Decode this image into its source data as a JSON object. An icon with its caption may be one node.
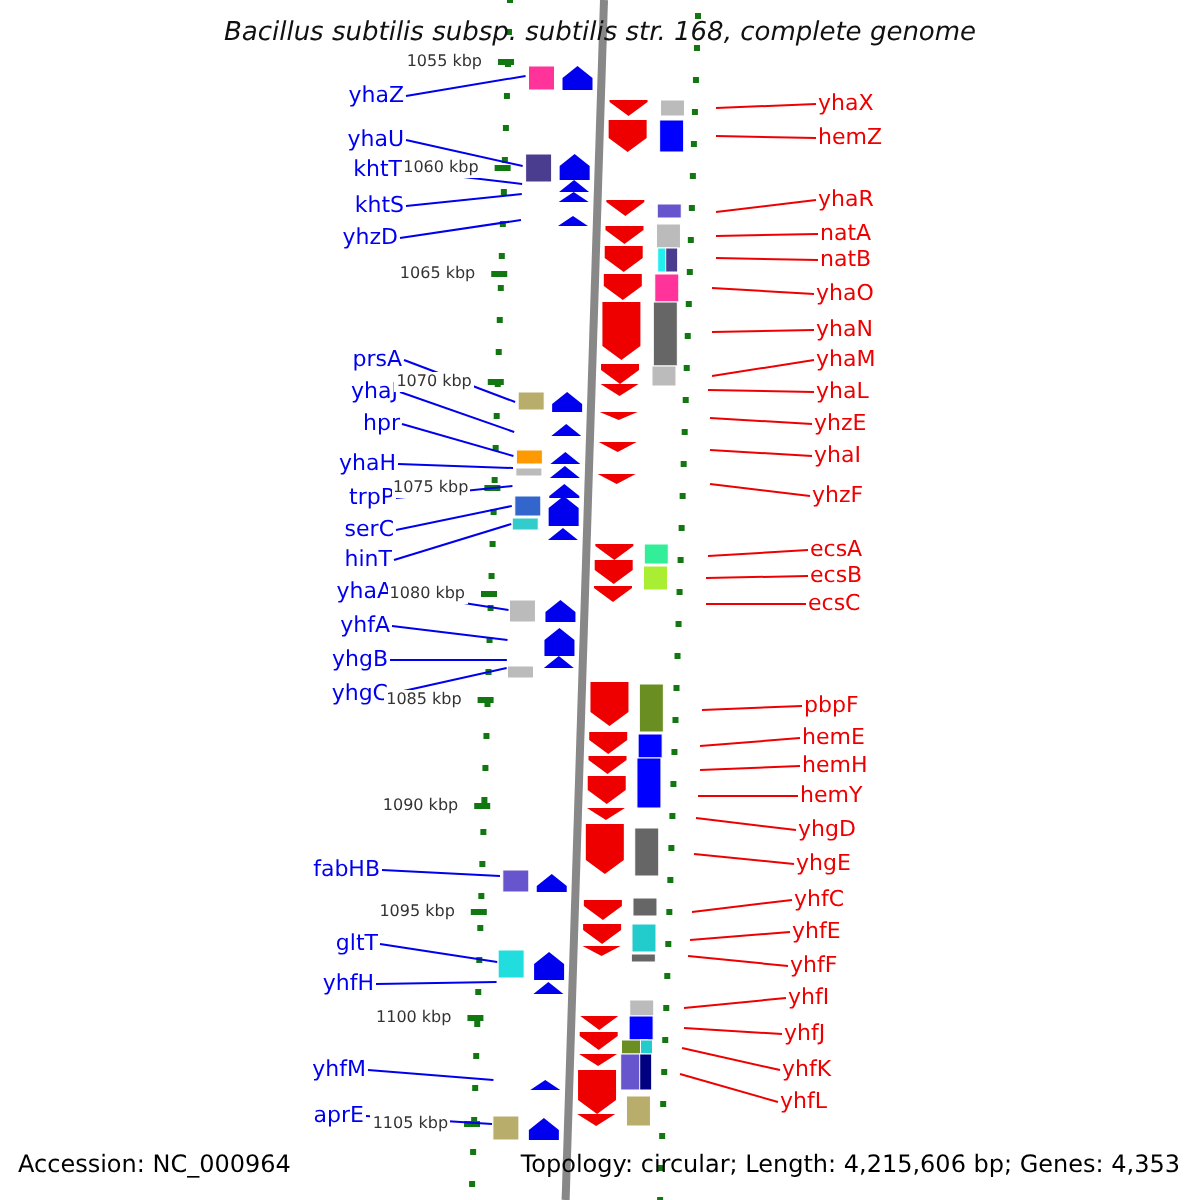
{
  "diagram": {
    "title": "Bacillus subtilis subsp. subtilis str. 168, complete genome",
    "nodes": [
      {
        "text": [
          "yhaZ"
        ]
      },
      {
        "text": [
          "yhaU"
        ]
      },
      {
        "text": [
          "khtT"
        ]
      },
      {
        "text": [
          "khtS"
        ]
      },
      {
        "text": [
          "yhzD"
        ]
      },
      {
        "text": [
          "prsA"
        ]
      },
      {
        "text": [
          "yhaJ"
        ]
      },
      {
        "text": [
          "hpr"
        ]
      },
      {
        "text": [
          "yhaH"
        ]
      },
      {
        "text": [
          "trpP"
        ]
      },
      {
        "text": [
          "serC"
        ]
      },
      {
        "text": [
          "hinT"
        ]
      },
      {
        "text": [
          "yhaA"
        ]
      },
      {
        "text": [
          "yhfA"
        ]
      },
      {
        "text": [
          "yhgB"
        ]
      },
      {
        "text": [
          "yhgC"
        ]
      },
      {
        "text": [
          "fabHB"
        ]
      },
      {
        "text": [
          "gltT"
        ]
      },
      {
        "text": [
          "yhfH"
        ]
      },
      {
        "text": [
          "yhfM"
        ]
      },
      {
        "text": [
          "aprE"
        ]
      },
      {
        "text": [
          "yhaX"
        ]
      },
      {
        "text": [
          "hemZ"
        ]
      },
      {
        "text": [
          "yhaR"
        ]
      },
      {
        "text": [
          "natA"
        ]
      },
      {
        "text": [
          "natB"
        ]
      },
      {
        "text": [
          "yhaO"
        ]
      },
      {
        "text": [
          "yhaN"
        ]
      },
      {
        "text": [
          "yhaM"
        ]
      },
      {
        "text": [
          "yhaL"
        ]
      },
      {
        "text": [
          "yhzE"
        ]
      },
      {
        "text": [
          "yhaI"
        ]
      },
      {
        "text": [
          "yhzF"
        ]
      },
      {
        "text": [
          "ecsA"
        ]
      },
      {
        "text": [
          "ecsB"
        ]
      },
      {
        "text": [
          "ecsC"
        ]
      },
      {
        "text": [
          "pbpF"
        ]
      },
      {
        "text": [
          "hemE"
        ]
      },
      {
        "text": [
          "hemH"
        ]
      },
      {
        "text": [
          "hemY"
        ]
      },
      {
        "text": [
          "yhgD"
        ]
      },
      {
        "text": [
          "yhgE"
        ]
      },
      {
        "text": [
          "yhfC"
        ]
      },
      {
        "text": [
          "yhfE"
        ]
      },
      {
        "text": [
          "yhfF"
        ]
      },
      {
        "text": [
          "yhfI"
        ]
      },
      {
        "text": [
          "yhfJ"
        ]
      },
      {
        "text": [
          "yhfK"
        ]
      },
      {
        "text": [
          "yhfL"
        ]
      }
    ],
    "edges": [
      {
        "from": 0,
        "to": null,
        "arrow": "none",
        "color": "#0000ee"
      },
      {
        "from": 1,
        "to": null,
        "arrow": "none",
        "color": "#0000ee"
      },
      {
        "from": 2,
        "to": null,
        "arrow": "none",
        "color": "#0000ee"
      },
      {
        "from": 3,
        "to": null,
        "arrow": "none",
        "color": "#0000ee"
      },
      {
        "from": 4,
        "to": null,
        "arrow": "none",
        "color": "#0000ee"
      },
      {
        "from": 5,
        "to": null,
        "arrow": "none",
        "color": "#0000ee"
      },
      {
        "from": 6,
        "to": null,
        "arrow": "none",
        "color": "#0000ee"
      },
      {
        "from": 7,
        "to": null,
        "arrow": "none",
        "color": "#0000ee"
      },
      {
        "from": 8,
        "to": null,
        "arrow": "none",
        "color": "#0000ee"
      },
      {
        "from": 9,
        "to": null,
        "arrow": "none",
        "color": "#0000ee"
      },
      {
        "from": 10,
        "to": null,
        "arrow": "none",
        "color": "#0000ee"
      },
      {
        "from": 11,
        "to": null,
        "arrow": "none",
        "color": "#0000ee"
      },
      {
        "from": 12,
        "to": null,
        "arrow": "none",
        "color": "#0000ee"
      },
      {
        "from": 13,
        "to": null,
        "arrow": "none",
        "color": "#0000ee"
      },
      {
        "from": 14,
        "to": null,
        "arrow": "none",
        "color": "#0000ee"
      },
      {
        "from": 15,
        "to": null,
        "arrow": "none",
        "color": "#0000ee"
      },
      {
        "from": 16,
        "to": null,
        "arrow": "none",
        "color": "#0000ee"
      },
      {
        "from": 17,
        "to": null,
        "arrow": "none",
        "color": "#0000ee"
      },
      {
        "from": 18,
        "to": null,
        "arrow": "none",
        "color": "#0000ee"
      },
      {
        "from": 19,
        "to": null,
        "arrow": "none",
        "color": "#0000ee"
      },
      {
        "from": 20,
        "to": null,
        "arrow": "none",
        "color": "#0000ee"
      },
      {
        "from": 21,
        "to": null,
        "arrow": "none",
        "color": "#ee0000"
      },
      {
        "from": 22,
        "to": null,
        "arrow": "none",
        "color": "#ee0000"
      },
      {
        "from": 23,
        "to": null,
        "arrow": "none",
        "color": "#ee0000"
      },
      {
        "from": 24,
        "to": null,
        "arrow": "none",
        "color": "#ee0000"
      },
      {
        "from": 25,
        "to": null,
        "arrow": "none",
        "color": "#ee0000"
      },
      {
        "from": 26,
        "to": null,
        "arrow": "none",
        "color": "#ee0000"
      },
      {
        "from": 27,
        "to": null,
        "arrow": "none",
        "color": "#ee0000"
      },
      {
        "from": 28,
        "to": null,
        "arrow": "none",
        "color": "#ee0000"
      },
      {
        "from": 29,
        "to": null,
        "arrow": "none",
        "color": "#ee0000"
      },
      {
        "from": 30,
        "to": null,
        "arrow": "none",
        "color": "#ee0000"
      },
      {
        "from": 31,
        "to": null,
        "arrow": "none",
        "color": "#ee0000"
      },
      {
        "from": 32,
        "to": null,
        "arrow": "none",
        "color": "#ee0000"
      },
      {
        "from": 33,
        "to": null,
        "arrow": "none",
        "color": "#ee0000"
      },
      {
        "from": 34,
        "to": null,
        "arrow": "none",
        "color": "#ee0000"
      },
      {
        "from": 35,
        "to": null,
        "arrow": "none",
        "color": "#ee0000"
      },
      {
        "from": 36,
        "to": null,
        "arrow": "none",
        "color": "#ee0000"
      },
      {
        "from": 37,
        "to": null,
        "arrow": "none",
        "color": "#ee0000"
      },
      {
        "from": 38,
        "to": null,
        "arrow": "none",
        "color": "#ee0000"
      },
      {
        "from": 39,
        "to": null,
        "arrow": "none",
        "color": "#ee0000"
      },
      {
        "from": 40,
        "to": null,
        "arrow": "none",
        "color": "#ee0000"
      },
      {
        "from": 41,
        "to": null,
        "arrow": "none",
        "color": "#ee0000"
      },
      {
        "from": 42,
        "to": null,
        "arrow": "none",
        "color": "#ee0000"
      },
      {
        "from": 43,
        "to": null,
        "arrow": "none",
        "color": "#ee0000"
      },
      {
        "from": 44,
        "to": null,
        "arrow": "none",
        "color": "#ee0000"
      },
      {
        "from": 45,
        "to": null,
        "arrow": "none",
        "color": "#ee0000"
      },
      {
        "from": 46,
        "to": null,
        "arrow": "none",
        "color": "#ee0000"
      },
      {
        "from": 47,
        "to": null,
        "arrow": "none",
        "color": "#ee0000"
      },
      {
        "from": 48,
        "to": null,
        "arrow": "none",
        "color": "#ee0000"
      }
    ],
    "labels": [
      "1055 kbp",
      "1060 kbp",
      "1065 kbp",
      "1070 kbp",
      "1075 kbp",
      "1080 kbp",
      "1085 kbp",
      "1090 kbp",
      "1095 kbp",
      "1100 kbp",
      "1105 kbp",
      "Accession: NC_000964",
      "Topology: circular; Length: 4,215,606 bp; Genes: 4,353"
    ]
  }
}
